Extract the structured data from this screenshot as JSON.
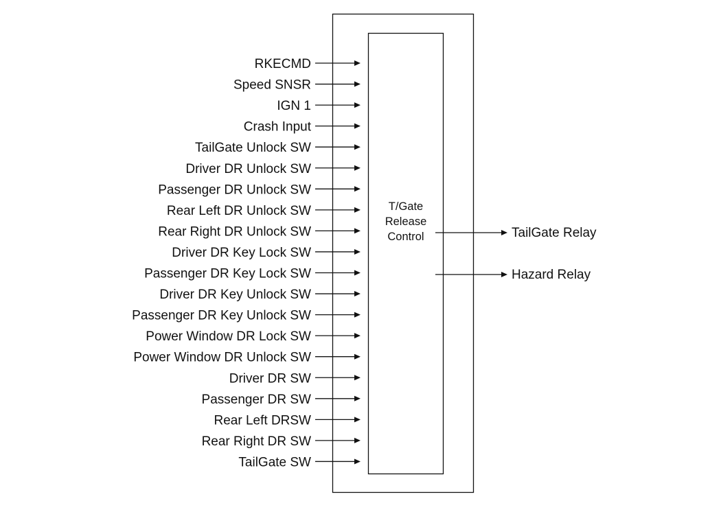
{
  "module": {
    "label_lines": [
      "T/Gate",
      "Release",
      "Control"
    ]
  },
  "inputs": [
    "RKECMD",
    "Speed SNSR",
    "IGN 1",
    "Crash Input",
    "TailGate Unlock SW",
    "Driver DR Unlock SW",
    "Passenger DR Unlock SW",
    "Rear Left DR Unlock SW",
    "Rear Right DR Unlock SW",
    "Driver DR Key Lock SW",
    "Passenger DR Key Lock SW",
    "Driver DR Key Unlock SW",
    "Passenger DR Key Unlock SW",
    "Power Window DR Lock SW",
    "Power Window DR Unlock SW",
    "Driver DR SW",
    "Passenger DR SW",
    "Rear Left DRSW",
    "Rear Right DR SW",
    "TailGate SW"
  ],
  "outputs": [
    "TailGate Relay",
    "Hazard Relay"
  ]
}
